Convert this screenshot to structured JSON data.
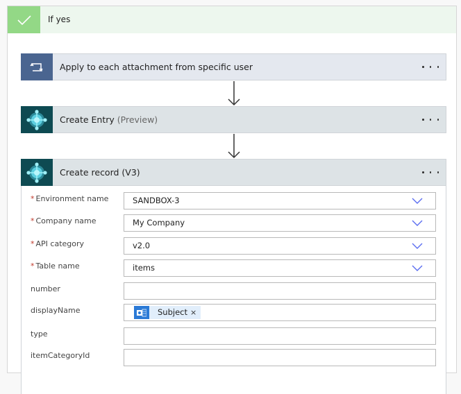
{
  "condition": {
    "title": "If yes",
    "icon": "checkmark-icon",
    "color": "#93d886"
  },
  "actions": [
    {
      "title": "Apply to each attachment from specific user",
      "subtitle": "",
      "icon": "loop-icon",
      "more_label": "..."
    },
    {
      "title": "Create Entry",
      "subtitle": "(Preview)",
      "icon": "business-central-icon",
      "more_label": "..."
    },
    {
      "title": "Create record (V3)",
      "subtitle": "",
      "icon": "business-central-icon",
      "more_label": "..."
    }
  ],
  "form": {
    "fields": [
      {
        "label": "Environment name",
        "required": true,
        "value": "SANDBOX-3",
        "type": "dropdown"
      },
      {
        "label": "Company name",
        "required": true,
        "value": "My Company",
        "type": "dropdown"
      },
      {
        "label": "API category",
        "required": true,
        "value": "v2.0",
        "type": "dropdown"
      },
      {
        "label": "Table name",
        "required": true,
        "value": "items",
        "type": "dropdown"
      },
      {
        "label": "number",
        "required": false,
        "value": "",
        "type": "text"
      },
      {
        "label": "displayName",
        "required": false,
        "value": "",
        "type": "token",
        "token": {
          "label": "Subject",
          "icon": "outlook-icon",
          "remove": "×"
        }
      },
      {
        "label": "type",
        "required": false,
        "value": "",
        "type": "text"
      },
      {
        "label": "itemCategoryId",
        "required": false,
        "value": "",
        "type": "text"
      }
    ],
    "required_marker": "*"
  }
}
